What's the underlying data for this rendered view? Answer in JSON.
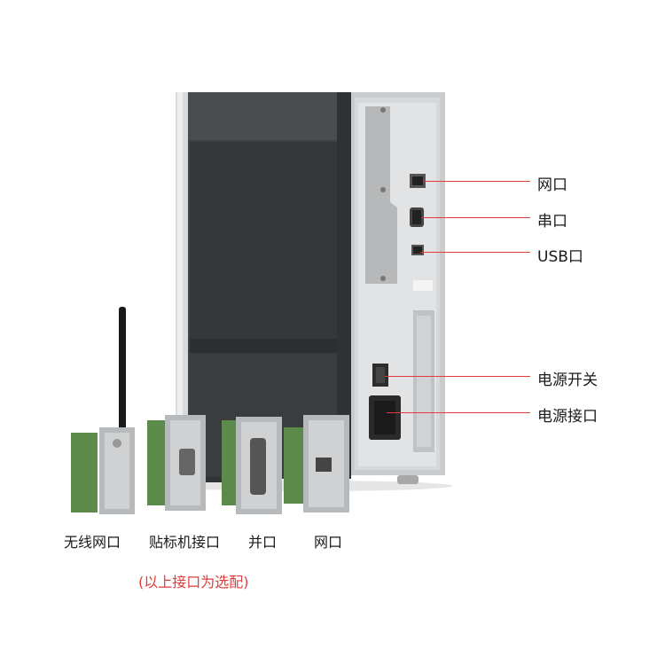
{
  "callouts": [
    {
      "label": "网口"
    },
    {
      "label": "串口"
    },
    {
      "label": "USB口"
    },
    {
      "label": "电源开关"
    },
    {
      "label": "电源接口"
    }
  ],
  "modules": [
    {
      "label": "无线网口"
    },
    {
      "label": "贴标机接口"
    },
    {
      "label": "并口"
    },
    {
      "label": "网口"
    }
  ],
  "note": "(以上接口为选配)",
  "colors": {
    "accent": "#e23b3b",
    "printer_dark": "#3f4245",
    "printer_panel": "#c9cbcd"
  }
}
